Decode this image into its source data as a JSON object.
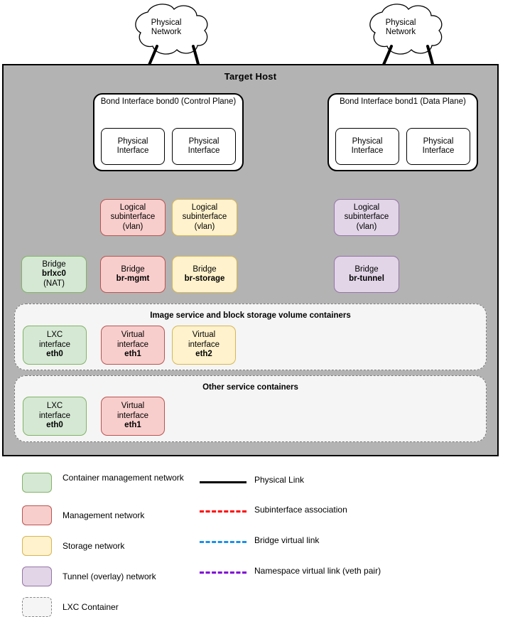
{
  "diagram": {
    "host": {
      "title": "Target Host"
    },
    "clouds": [
      {
        "id": "cloud-left",
        "line1": "Physical",
        "line2": "Network"
      },
      {
        "id": "cloud-right",
        "line1": "Physical",
        "line2": "Network"
      }
    ],
    "bonds": [
      {
        "id": "bond0",
        "title": "Bond Interface",
        "name": "bond0",
        "role": "(Control Plane)",
        "members": [
          {
            "line1": "Physical",
            "line2": "Interface"
          },
          {
            "line1": "Physical",
            "line2": "Interface"
          }
        ]
      },
      {
        "id": "bond1",
        "title": "Bond Interface",
        "name": "bond1",
        "role": "(Data Plane)",
        "members": [
          {
            "line1": "Physical",
            "line2": "Interface"
          },
          {
            "line1": "Physical",
            "line2": "Interface"
          }
        ]
      }
    ],
    "subinterfaces": [
      {
        "id": "vlan-mgmt",
        "line1": "Logical",
        "line2": "subinterface",
        "line3": "(vlan)",
        "color": "red"
      },
      {
        "id": "vlan-storage",
        "line1": "Logical",
        "line2": "subinterface",
        "line3": "(vlan)",
        "color": "yellow"
      },
      {
        "id": "vlan-tunnel",
        "line1": "Logical",
        "line2": "subinterface",
        "line3": "(vlan)",
        "color": "purple"
      }
    ],
    "bridges": [
      {
        "id": "brlxc0",
        "line1": "Bridge",
        "name": "brlxc0",
        "line3": "(NAT)",
        "color": "green"
      },
      {
        "id": "br-mgmt",
        "line1": "Bridge",
        "name": "br-mgmt",
        "line3": "",
        "color": "red"
      },
      {
        "id": "br-storage",
        "line1": "Bridge",
        "name": "br-storage",
        "line3": "",
        "color": "yellow"
      },
      {
        "id": "br-tunnel",
        "line1": "Bridge",
        "name": "br-tunnel",
        "line3": "",
        "color": "purple"
      }
    ],
    "containers": [
      {
        "id": "image-block-containers",
        "title": "Image service and block storage volume containers",
        "interfaces": [
          {
            "line1": "LXC",
            "line2": "interface",
            "name": "eth0",
            "color": "green"
          },
          {
            "line1": "Virtual",
            "line2": "interface",
            "name": "eth1",
            "color": "red"
          },
          {
            "line1": "Virtual",
            "line2": "interface",
            "name": "eth2",
            "color": "yellow"
          }
        ]
      },
      {
        "id": "other-service-containers",
        "title": "Other service containers",
        "interfaces": [
          {
            "line1": "LXC",
            "line2": "interface",
            "name": "eth0",
            "color": "green"
          },
          {
            "line1": "Virtual",
            "line2": "interface",
            "name": "eth1",
            "color": "red"
          }
        ]
      }
    ]
  },
  "legend": {
    "swatches": [
      {
        "id": "container-management-network",
        "label": "Container management network",
        "fill": "#d5e8d4",
        "stroke": "#82b366"
      },
      {
        "id": "management-network",
        "label": "Management network",
        "fill": "#f8cecc",
        "stroke": "#b85450"
      },
      {
        "id": "storage-network",
        "label": "Storage network",
        "fill": "#fff2cc",
        "stroke": "#d6b656"
      },
      {
        "id": "tunnel-overlay-network",
        "label": "Tunnel (overlay) network",
        "fill": "#e1d5e7",
        "stroke": "#9673a6"
      },
      {
        "id": "lxc-container",
        "label": "LXC Container",
        "fill": "#f5f5f5",
        "stroke": "#8a8a8a"
      }
    ],
    "lines": [
      {
        "id": "physical-link",
        "label": "Physical Link",
        "color": "#000000",
        "style": "solid"
      },
      {
        "id": "subinterface-association",
        "label": "Subinterface association",
        "color": "#ff0000",
        "style": "dashed"
      },
      {
        "id": "bridge-virtual-link",
        "label": "Bridge virtual link",
        "color": "#1f8fe8",
        "style": "dashed"
      },
      {
        "id": "namespace-virtual-link",
        "label": "Namespace virtual link (veth pair)",
        "color": "#8000d7",
        "style": "dashed"
      }
    ]
  },
  "colors": {
    "host_fill": "#b3b3b3",
    "container_fill": "#f5f5f5",
    "physical_link": "#000000",
    "subinterface_link": "#ff0000",
    "bridge_link": "#1f8fe8",
    "namespace_link": "#8000d7"
  }
}
